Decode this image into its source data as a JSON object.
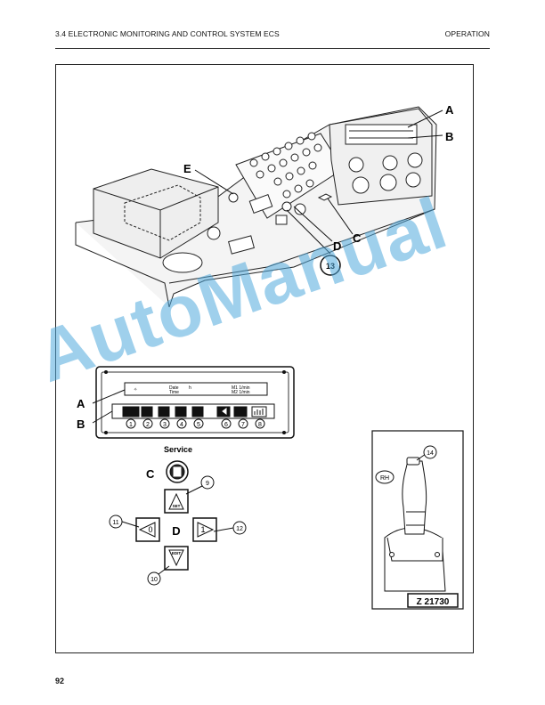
{
  "header": {
    "section": "3.4 ELECTRONIC MONITORING AND CONTROL SYSTEM ECS",
    "chapter": "OPERATION"
  },
  "page_number": "92",
  "watermark": "AutoManual",
  "figure_top": {
    "callouts": {
      "A": "A",
      "B": "B",
      "C": "C",
      "D": "D",
      "E": "E",
      "n13": "13"
    }
  },
  "figure_panel": {
    "screen_text": {
      "date": "Date",
      "time": "Time",
      "m1": "M1 1/min",
      "m2": "M2 1/min"
    },
    "callouts": {
      "A": "A",
      "B": "B"
    },
    "key_numbers": [
      "1",
      "2",
      "3",
      "4",
      "5",
      "6",
      "7",
      "8"
    ]
  },
  "figure_keys": {
    "service_label": "Service",
    "C": "C",
    "D": "D",
    "up_key_text": "SET",
    "down_key_text": "EDIT",
    "left_key_text": "0",
    "right_key_text": "1",
    "numbers": {
      "n9": "9",
      "n10": "10",
      "n11": "11",
      "n12": "12"
    }
  },
  "figure_joystick": {
    "rh_label": "RH",
    "n14": "14",
    "ref": "Z 21730"
  }
}
